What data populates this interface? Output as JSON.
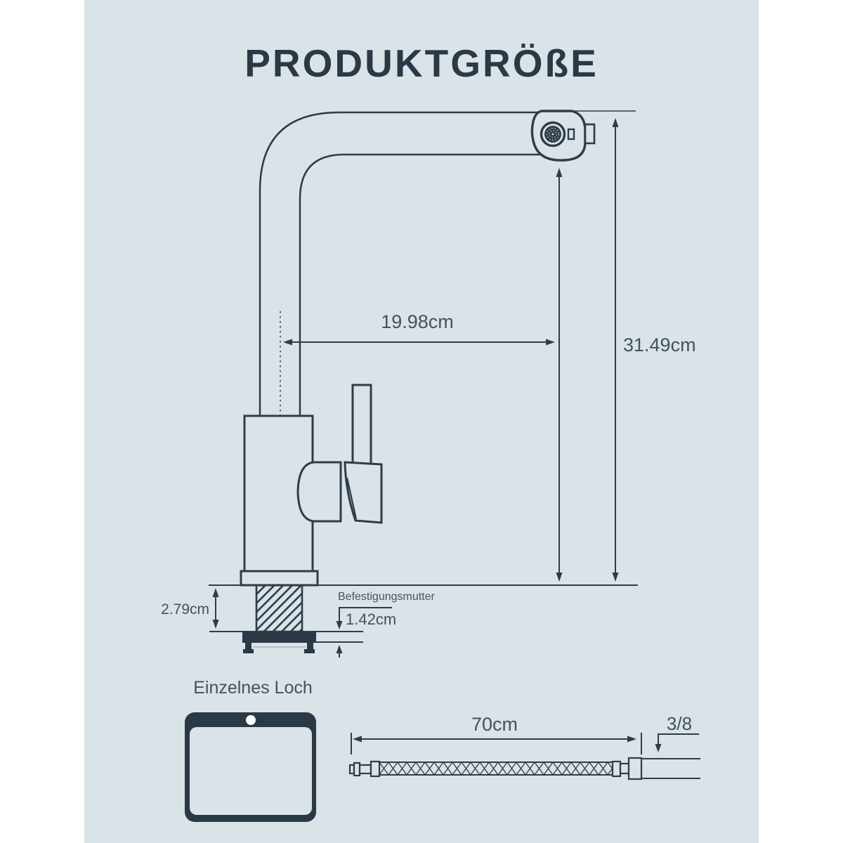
{
  "page": {
    "title": "PRODUKTGRÖßE"
  },
  "colors": {
    "background": "#ffffff",
    "panel": "#d9e3e8",
    "line_ink": "#2e3c4a",
    "dark_fill": "#2b3845",
    "label_text": "#43525e",
    "hole_dot": "#ffffff"
  },
  "dimensions": {
    "spout_reach": "19.98cm",
    "total_height": "31.49cm",
    "max_deck_thickness": "2.79cm",
    "nut_label": "Befestigungsmutter",
    "nut_height": "1.42cm"
  },
  "installation": {
    "hole_type_label": "Einzelnes Loch"
  },
  "hose": {
    "length": "70cm",
    "thread_size": "3/8"
  },
  "icons": {
    "spray_head": "faucet-spray-head-icon",
    "single_hole_plate": "single-hole-mounting-plate-icon",
    "supply_hose": "braided-supply-hose-icon"
  }
}
